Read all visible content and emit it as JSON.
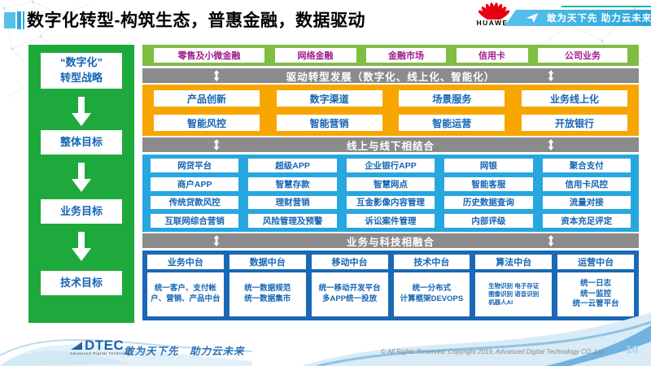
{
  "slide": {
    "title": "数字化转型-构筑生态，普惠金融，数据驱动",
    "page_number": "10"
  },
  "header": {
    "huawei_wordmark": "HUAWEI",
    "banner_tagline": "敢为天下先 助力云未来"
  },
  "sidebar": {
    "strategy": "“数字化”\n转型战略",
    "goals": [
      "整体目标",
      "业务目标",
      "技术目标"
    ]
  },
  "business_band": {
    "items": [
      "零售及小微金融",
      "网络金融",
      "金融市场",
      "信用卡",
      "公司业务"
    ]
  },
  "dividers": {
    "drive": "驱动转型发展（数字化、线上化、智能化）",
    "online_offline": "线上与线下相结合",
    "biz_tech": "业务与科技相融合"
  },
  "transformation_band": {
    "row1": [
      "产品创新",
      "数字渠道",
      "场景服务",
      "业务线上化"
    ],
    "row2": [
      "智能风控",
      "智能营销",
      "智能运营",
      "开放银行"
    ]
  },
  "application_band": {
    "rows": [
      [
        "网贷平台",
        "超级APP",
        "企业银行APP",
        "网银",
        "聚合支付"
      ],
      [
        "商户APP",
        "智慧存款",
        "智慧网点",
        "智能客服",
        "信用卡风控"
      ],
      [
        "传统贷款风控",
        "理财营销",
        "互金影像内容管理",
        "历史数据查询",
        "流量对接"
      ],
      [
        "互联网综合营销",
        "风险管理及预警",
        "诉讼案件管理",
        "内部评级",
        "资本充足评定"
      ]
    ]
  },
  "platform_band": {
    "columns": [
      {
        "title": "业务中台",
        "content": "统一客户、支付帐户、营销、产品中台"
      },
      {
        "title": "数据中台",
        "content": "统一数据规范\n统一数据集市"
      },
      {
        "title": "移动中台",
        "content": "统一移动开发平台\n多APP统一投放"
      },
      {
        "title": "技术中台",
        "content": "统一分布式\n计算框架DEVOPS"
      },
      {
        "title": "算法中台",
        "content": "生物识别 电子存证\n图像识别 语音识别\n机器人AI"
      },
      {
        "title": "运营中台",
        "content": "统一日志\n统一监控\n统一云管平台"
      }
    ]
  },
  "footer": {
    "dtec_wordmark": "DTEC",
    "dtec_subtitle": "Advanced Digital Technology",
    "tagline": "敢为天下先　助力云未来",
    "copyright": "© All Rights Reserved. Copyright 2019, Advanced Digital Technology CO.,Ltd"
  },
  "colors": {
    "sidebar_green": "#1ea93c",
    "band_green": "#7ebe40",
    "band_yellow": "#f7a600",
    "band_cyan": "#27a7e0",
    "band_dark_blue": "#1a69b5",
    "bar_gray": "#8b8b8b",
    "box_text_blue": "#1565b4",
    "box_text_purple": "#a01e8c",
    "huawei_red": "#e60012",
    "banner_blue": "#3fb3e4"
  }
}
